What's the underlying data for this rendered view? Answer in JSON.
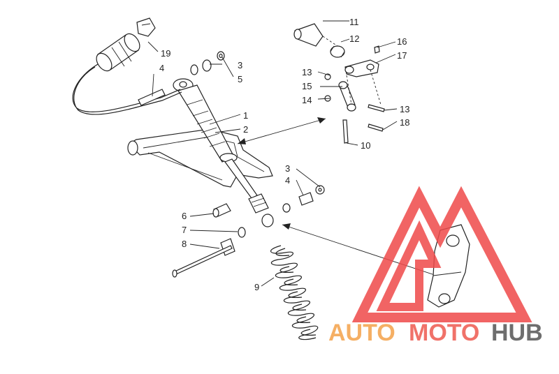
{
  "callouts": [
    {
      "id": "1",
      "text": "1"
    },
    {
      "id": "2",
      "text": "2"
    },
    {
      "id": "3a",
      "text": "3"
    },
    {
      "id": "3b",
      "text": "3"
    },
    {
      "id": "4a",
      "text": "4"
    },
    {
      "id": "4b",
      "text": "4"
    },
    {
      "id": "5",
      "text": "5"
    },
    {
      "id": "6",
      "text": "6"
    },
    {
      "id": "7",
      "text": "7"
    },
    {
      "id": "8",
      "text": "8"
    },
    {
      "id": "9",
      "text": "9"
    },
    {
      "id": "10",
      "text": "10"
    },
    {
      "id": "11",
      "text": "11"
    },
    {
      "id": "12",
      "text": "12"
    },
    {
      "id": "13a",
      "text": "13"
    },
    {
      "id": "13b",
      "text": "13"
    },
    {
      "id": "14",
      "text": "14"
    },
    {
      "id": "15",
      "text": "15"
    },
    {
      "id": "16",
      "text": "16"
    },
    {
      "id": "17",
      "text": "17"
    },
    {
      "id": "18",
      "text": "18"
    },
    {
      "id": "19",
      "text": "19"
    }
  ],
  "watermark": {
    "part1": "AUTO",
    "part2": "MOTO",
    "part3": "HUB",
    "color_auto": "#f4a24a",
    "color_moto": "#ee5a4f",
    "color_hub": "#555555",
    "triangle_color": "#ef4a4a"
  }
}
